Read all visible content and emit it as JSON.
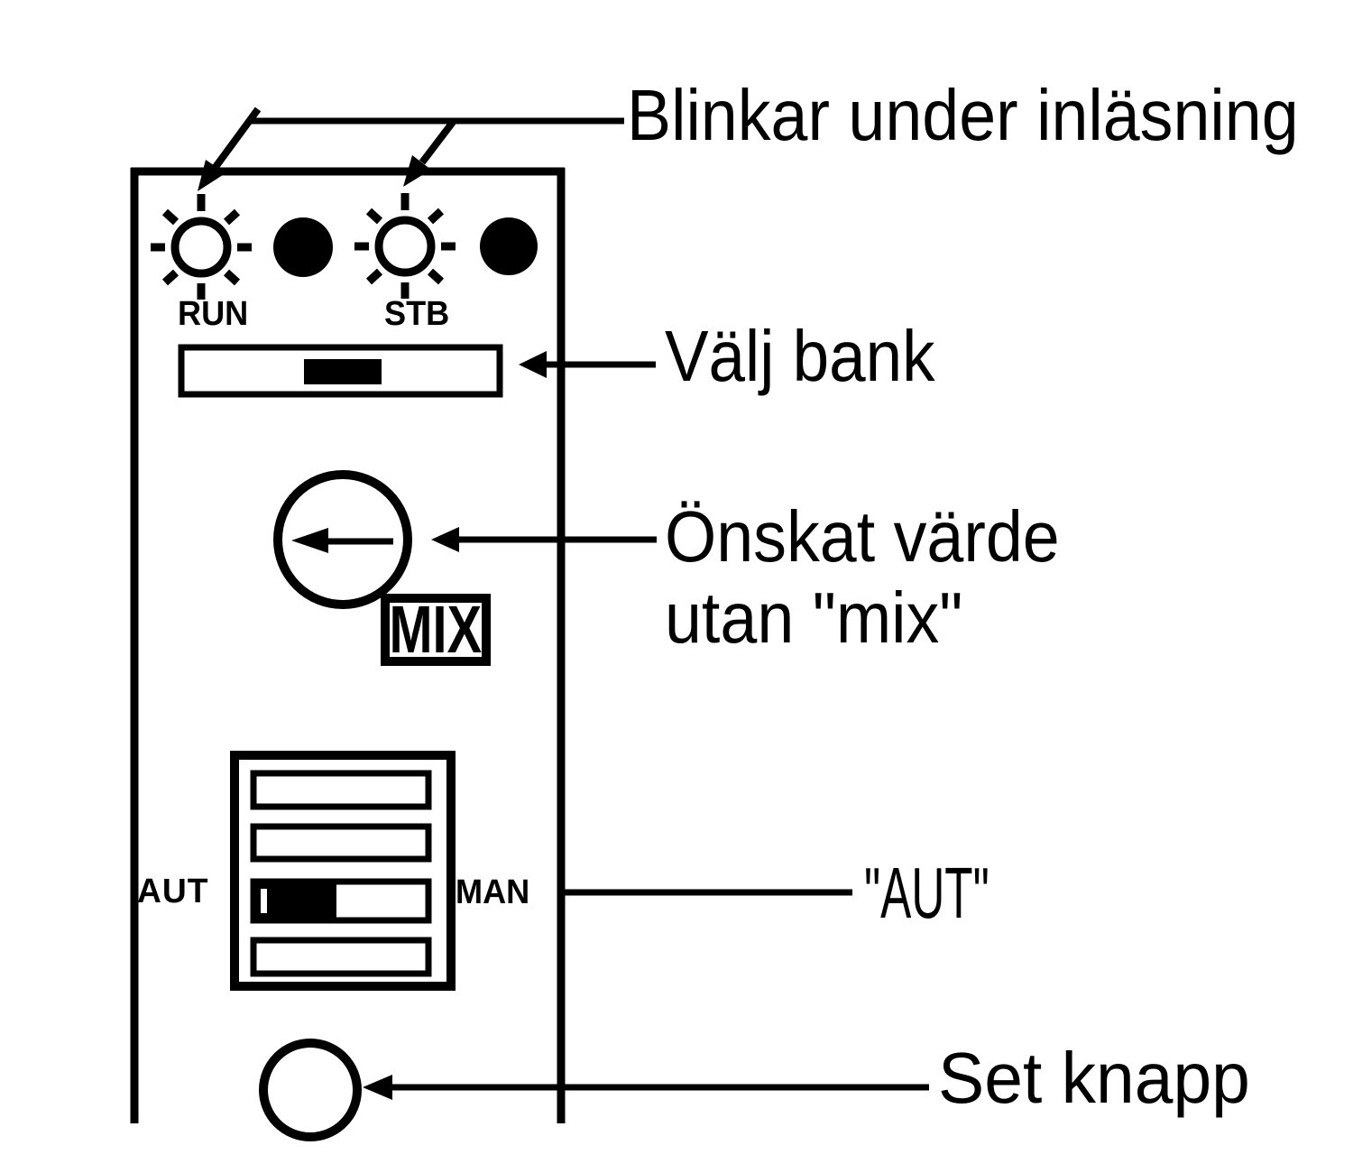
{
  "annotations": {
    "blinking": "Blinkar under inläsning",
    "select_bank": "Välj bank",
    "desired_value_line1": "Önskat värde",
    "desired_value_line2": "utan \"mix\"",
    "mode_aut": "\"AUT\"",
    "set_button": "Set knapp"
  },
  "panel": {
    "run_led_label": "RUN",
    "stb_led_label": "STB",
    "mix_label": "MIX",
    "switch_left_label": "AUT",
    "switch_right_label": "MAN"
  },
  "colors": {
    "ink": "#000000",
    "paper": "#ffffff"
  }
}
